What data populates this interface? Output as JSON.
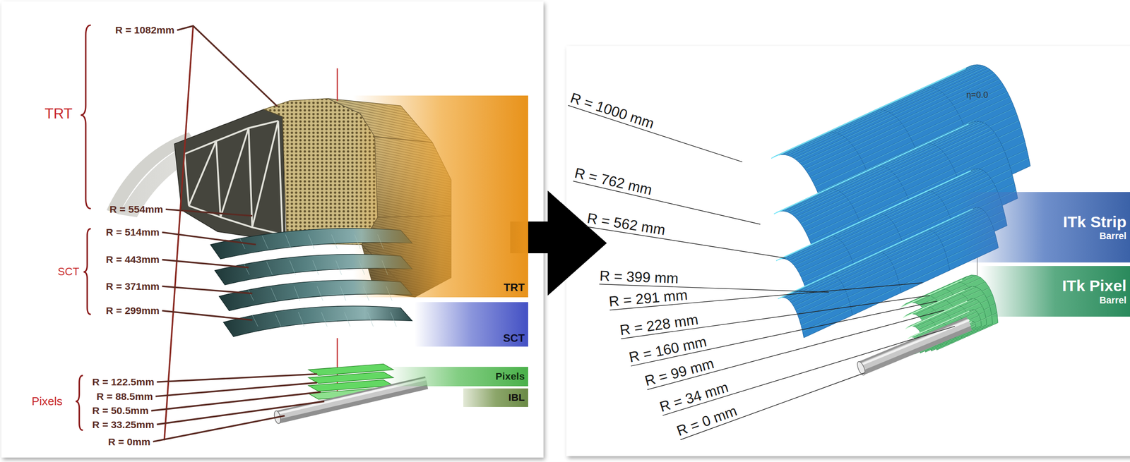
{
  "diagram": {
    "nodes": [
      {
        "text": [
          "TRT"
        ]
      },
      {
        "text": [
          "SCT"
        ]
      },
      {
        "text": [
          "Pixels"
        ]
      },
      {
        "text": [
          "IBL"
        ]
      },
      {
        "text": [
          "ITk Strip",
          "Barrel"
        ]
      },
      {
        "text": [
          "ITk Pixel",
          "Barrel"
        ]
      }
    ],
    "labels": [
      "R = 1082mm",
      "R = 554mm",
      "R = 514mm",
      "R = 443mm",
      "R = 371mm",
      "R = 299mm",
      "R = 122.5mm",
      "R = 88.5mm",
      "R = 50.5mm",
      "R = 33.25mm",
      "R = 0mm",
      "TRT",
      "SCT",
      "Pixels",
      "R = 1000 mm",
      "R = 762 mm",
      "R = 562 mm",
      "R = 399 mm",
      "R = 291 mm",
      "R = 228 mm",
      "R = 160 mm",
      "R = 99 mm",
      "R = 34 mm",
      "R = 0 mm",
      "η=0.0"
    ]
  }
}
